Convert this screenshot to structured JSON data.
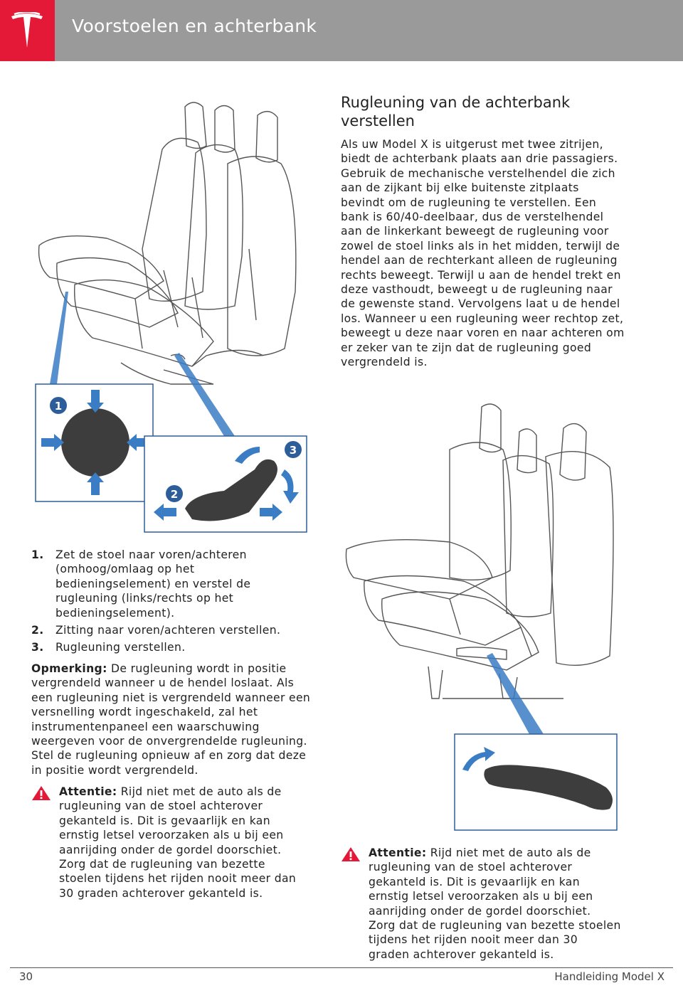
{
  "header": {
    "title": "Voorstoelen en achterbank"
  },
  "left": {
    "figure_labels": [
      "1",
      "2",
      "3"
    ],
    "items": [
      {
        "num": "1.",
        "text": "Zet de stoel naar voren/achteren (omhoog/omlaag op het bedieningselement) en verstel de rugleuning (links/rechts op het bedieningselement)."
      },
      {
        "num": "2.",
        "text": "Zitting naar voren/achteren verstellen."
      },
      {
        "num": "3.",
        "text": "Rugleuning verstellen."
      }
    ],
    "note_label": "Opmerking:",
    "note_text": " De rugleuning wordt in positie vergrendeld wanneer u de hendel loslaat. Als een rugleuning niet is vergrendeld wanneer een versnelling wordt ingeschakeld, zal het instrumentenpaneel een waarschuwing weergeven voor de onvergrendelde rugleuning. Stel de rugleuning opnieuw af en zorg dat deze in positie wordt vergrendeld.",
    "warning_label": "Attentie:",
    "warning_text": " Rijd niet met de auto als de rugleuning van de stoel achterover gekanteld is. Dit is gevaarlijk en kan ernstig letsel veroorzaken als u bij een aanrijding onder de gordel doorschiet. Zorg dat de rugleuning van bezette stoelen tijdens het rijden nooit meer dan 30 graden achterover gekanteld is."
  },
  "right": {
    "title": "Rugleuning van de achterbank verstellen",
    "paragraph": "Als uw Model X is uitgerust met twee zitrijen, biedt de achterbank plaats aan drie passagiers. Gebruik de mechanische verstelhendel die zich aan de zijkant bij elke buitenste zitplaats bevindt om de rugleuning te verstellen. Een bank is 60/40-deelbaar, dus de verstelhendel aan de linkerkant beweegt de rugleuning voor zowel de stoel links als in het midden, terwijl de hendel aan de rechterkant alleen de rugleuning rechts beweegt. Terwijl u aan de hendel trekt en deze vasthoudt, beweegt u de rugleuning naar de gewenste stand. Vervolgens laat u de hendel los. Wanneer u een rugleuning weer rechtop zet, beweegt u deze naar voren en naar achteren om er zeker van te zijn dat de rugleuning goed vergrendeld is.",
    "warning_label": "Attentie:",
    "warning_text": " Rijd niet met de auto als de rugleuning van de stoel achterover gekanteld is. Dit is gevaarlijk en kan ernstig letsel veroorzaken als u bij een aanrijding onder de gordel doorschiet. Zorg dat de rugleuning van bezette stoelen tijdens het rijden nooit meer dan 30 graden achterover gekanteld is."
  },
  "footer": {
    "page": "30",
    "manual": "Handleiding Model X"
  },
  "colors": {
    "tesla_red": "#e31937",
    "header_gray": "#9a9a9a",
    "accent_blue": "#3a7dc4"
  },
  "icons": [
    "tesla-logo-icon",
    "warning-icon",
    "seat-illustration",
    "arrow-icon"
  ]
}
